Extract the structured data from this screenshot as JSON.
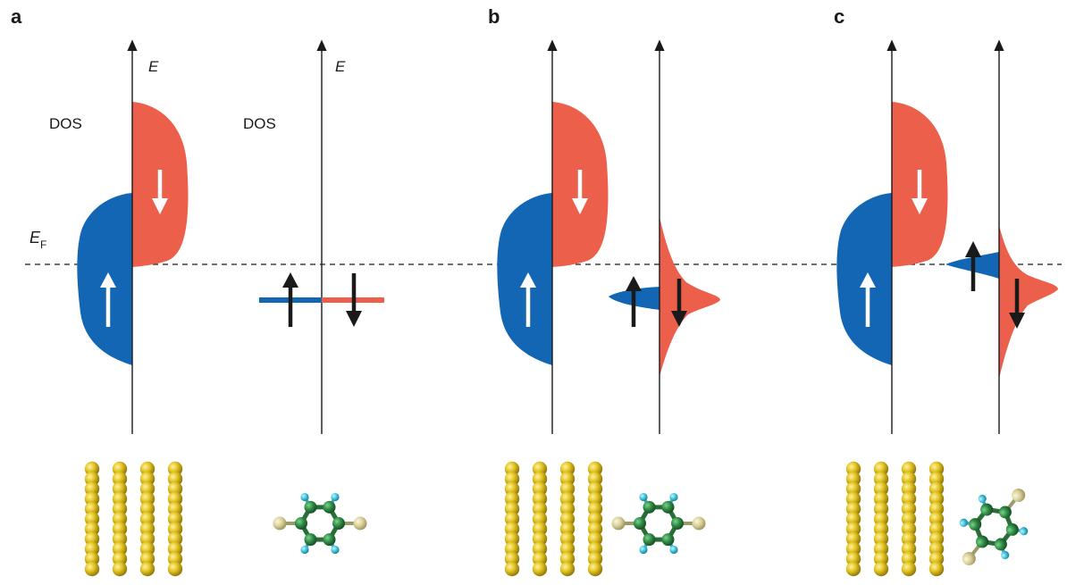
{
  "panels": [
    {
      "id": "a",
      "letter": "a"
    },
    {
      "id": "b",
      "letter": "b"
    },
    {
      "id": "c",
      "letter": "c"
    }
  ],
  "labels": {
    "energy_axis": "E",
    "dos": "DOS",
    "fermi_main": "E",
    "fermi_sub": "F"
  },
  "colors": {
    "spin_up": "#1366b3",
    "spin_down": "#ec5f4b",
    "axis": "#1a1a1a",
    "gold_atom": "#d8b81c",
    "carbon_atom": "#2f7a3f",
    "hydrogen_atom": "#46c8e0",
    "sulfur_atom": "#dcd49a"
  },
  "icons": {
    "spin_up_arrow": "arrow-up-icon",
    "spin_down_arrow": "arrow-down-icon",
    "gold_lattice": "gold-surface-lattice",
    "molecule": "benzene-dithiol-molecule"
  }
}
